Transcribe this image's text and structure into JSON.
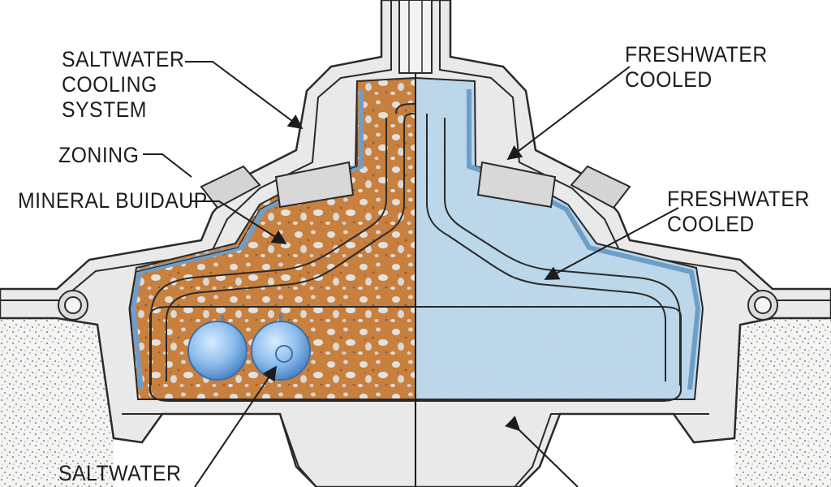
{
  "labels": {
    "saltwater_cooling_system": "SALTWATER\nCOOLING\nSYSTEM",
    "zoning": "ZONING",
    "mineral_buildup": "MINERAL BUIDAUP",
    "saltwater_bottom": "SALTWATER",
    "freshwater_top": "FRESHWATER\nCOOLED",
    "freshwater_mid": "FRESHWATER\nCOOLED"
  },
  "colors": {
    "rust": "#c8803f",
    "rust_dark": "#9a5a26",
    "freshwater": "#bcd6ea",
    "freshwater_light": "#d6e6f3",
    "channel_blue": "#6e9ec8",
    "metal": "#e9e9e9",
    "metal_shadow": "#bdbdbd",
    "outline": "#2a2a2a",
    "bubble": "#7fb2e3"
  }
}
